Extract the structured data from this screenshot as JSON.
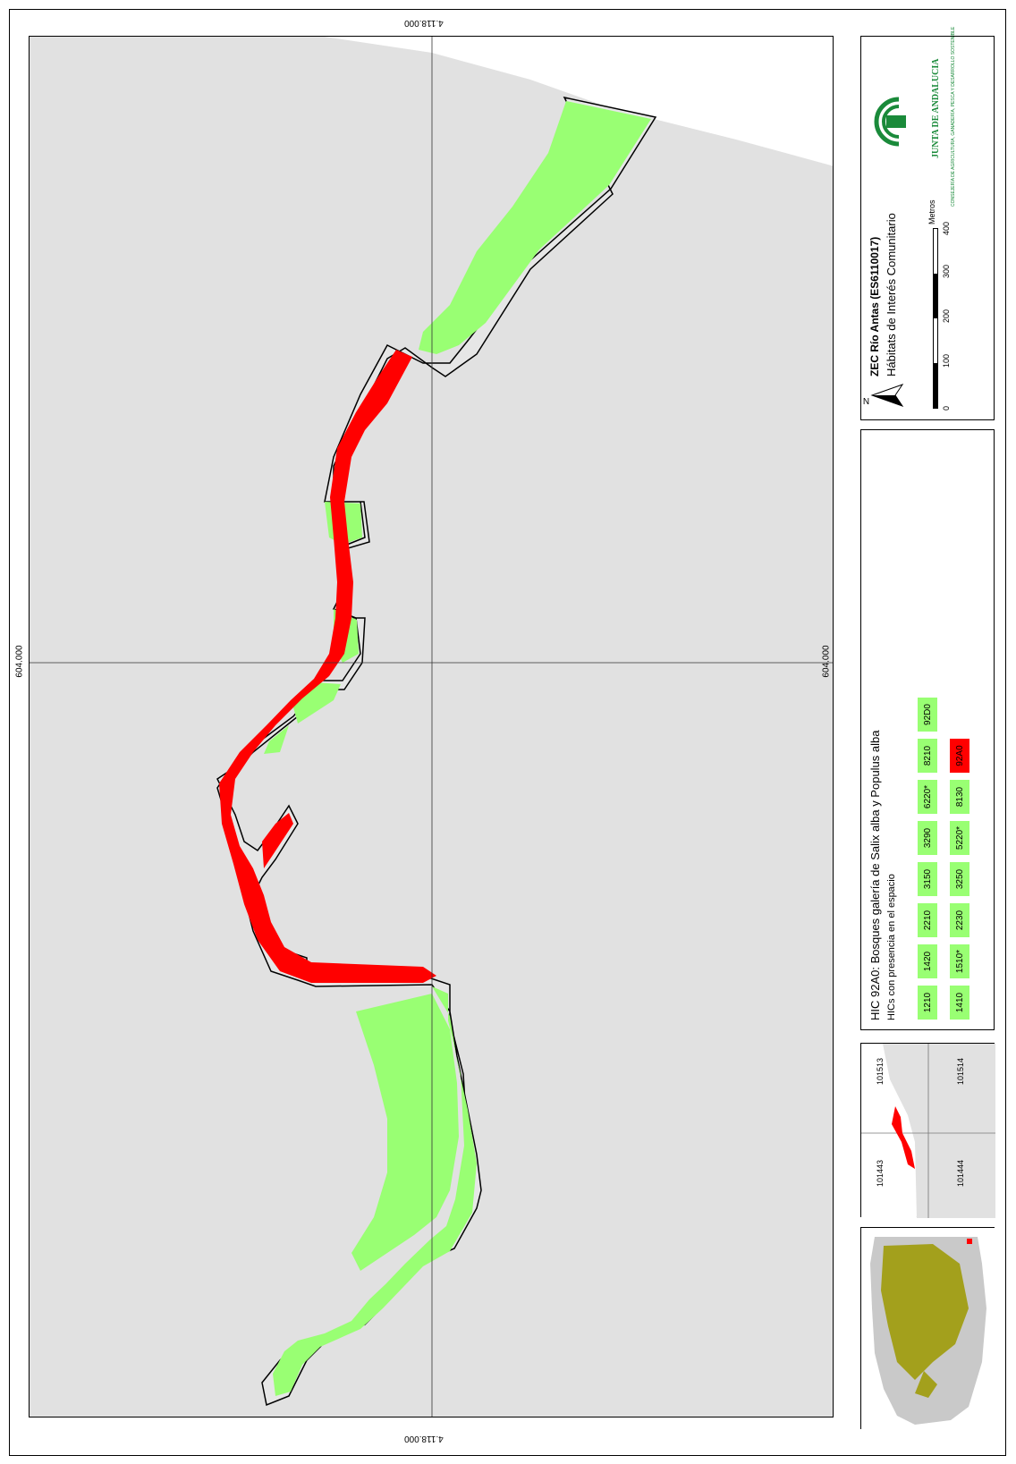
{
  "map": {
    "coords": {
      "top": "4.118.000",
      "bottom": "4.118.000",
      "left": "604.000",
      "right": "604.000"
    },
    "colors": {
      "background": "#e1e1e1",
      "sea": "#ffffff",
      "other_habitats": "#99ff73",
      "selected_habitat": "#ff0000"
    }
  },
  "legend": {
    "title": "HIC 92A0: Bosques galería de Salix alba y Populus alba",
    "subtitle": "HICs con presencia en el espacio",
    "row1": [
      "1210",
      "1420",
      "2210",
      "3150",
      "3290",
      "6220*",
      "8210",
      "92D0"
    ],
    "row2": [
      "1410",
      "1510*",
      "2230",
      "3250",
      "5220*",
      "8130",
      "92A0"
    ],
    "highlight": "92A0"
  },
  "title_panel": {
    "north": "N",
    "site": "ZEC Río Antas (ES6110017)",
    "subtitle": "Hábitats de Interés Comunitario",
    "scale_labels": [
      "0",
      "100",
      "200",
      "300",
      "400"
    ],
    "scale_unit": "Metros",
    "logo_text": "JUNTA DE ANDALUCIA",
    "logo_sub": "CONSEJERÍA DE AGRICULTURA, GANADERÍA, PESCA Y DESARROLLO SOSTENIBLE"
  },
  "grid_inset": {
    "sheets": [
      "101443",
      "101444",
      "101513",
      "101514"
    ]
  },
  "overview_inset": {
    "name": "andalusia-locator"
  }
}
